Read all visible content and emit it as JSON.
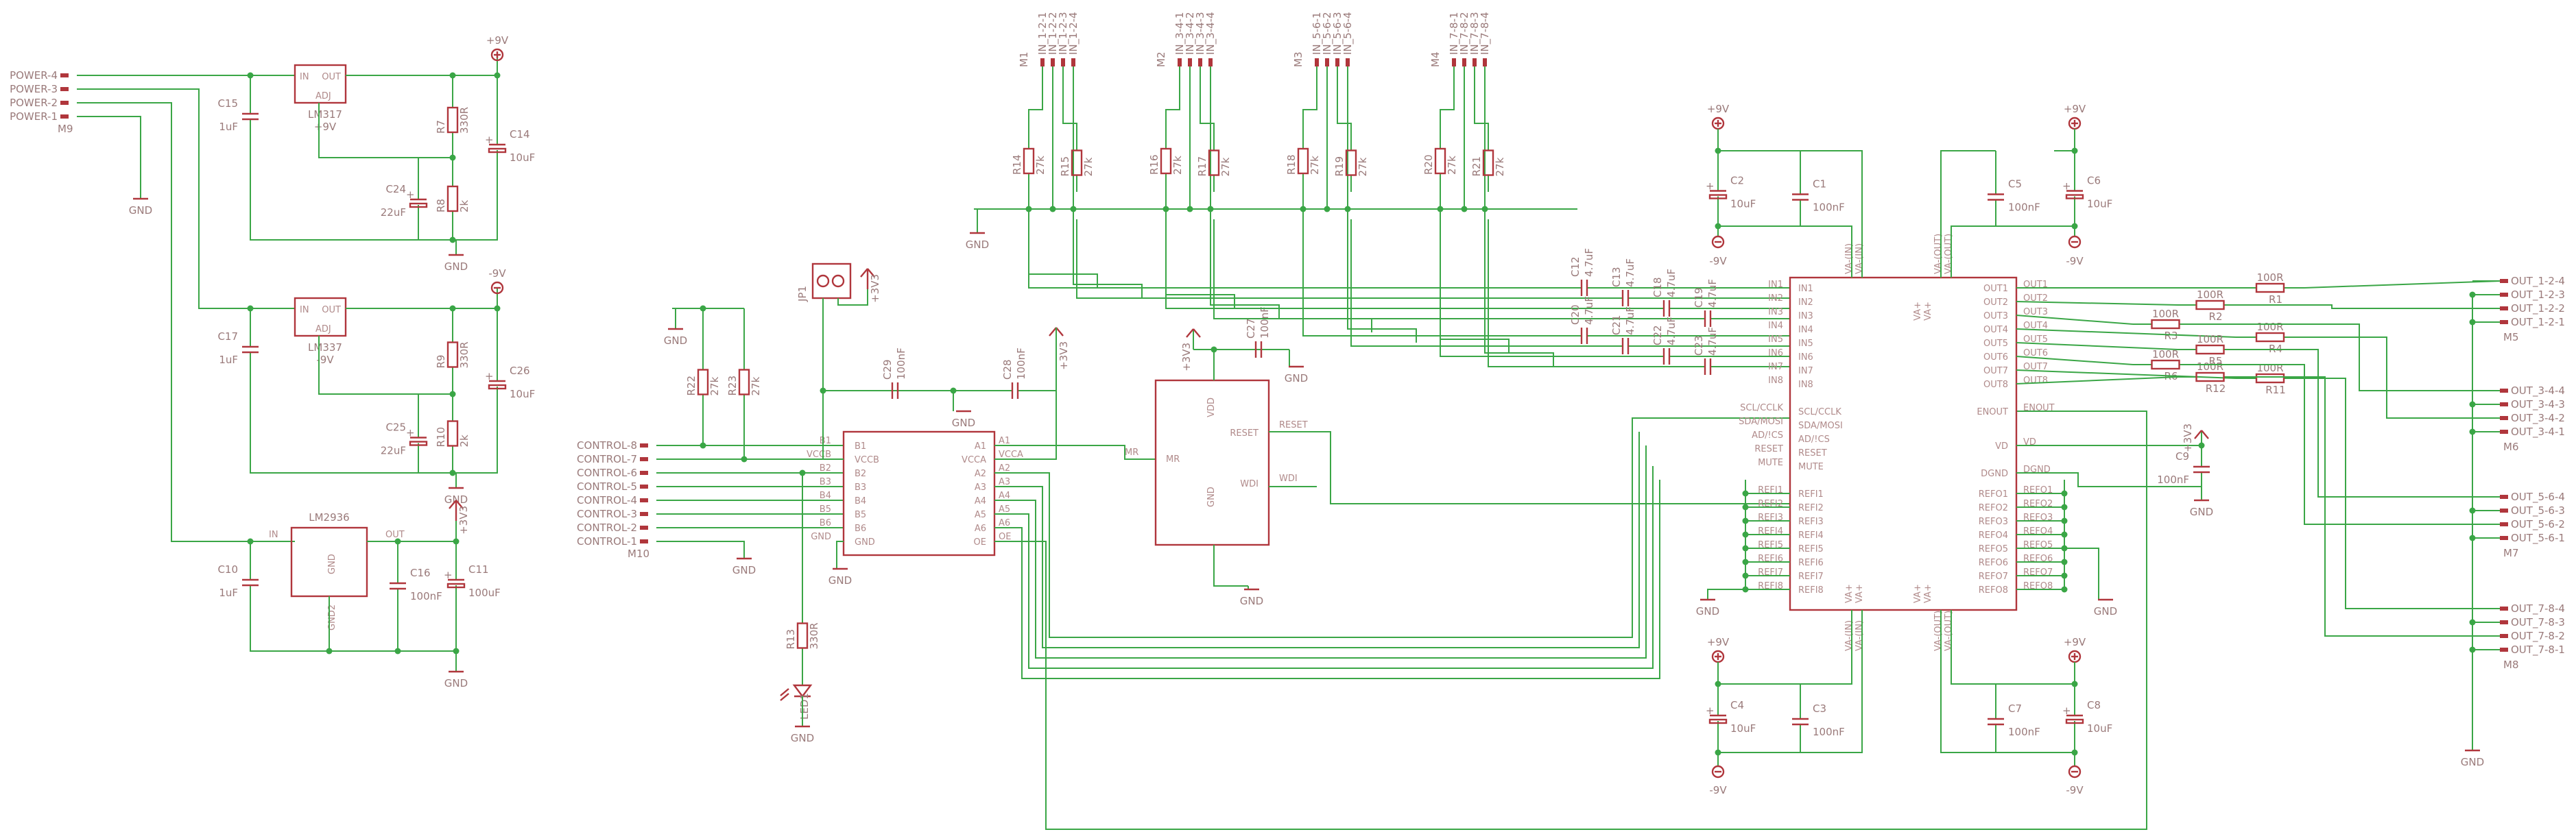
{
  "colors": {
    "wire": "#3aa646",
    "component": "#b0363c",
    "text": "#9a7a7a",
    "background": "#ffffff"
  },
  "power_connector": {
    "name": "M9",
    "pins": [
      "POWER-4",
      "POWER-3",
      "POWER-2",
      "POWER-1"
    ]
  },
  "reg_pos": {
    "name": "LM317",
    "value": "+9V",
    "pins": [
      "IN",
      "OUT",
      "ADJ"
    ],
    "rail": "+9V"
  },
  "reg_neg": {
    "name": "LM337",
    "value": "-9V",
    "pins": [
      "IN",
      "OUT",
      "ADJ"
    ],
    "rail": "-9V"
  },
  "reg_3v3": {
    "name": "LM2936",
    "pins": [
      "IN",
      "OUT",
      "GND"
    ],
    "pin_gnd2": "GND2",
    "rail": "+3V3"
  },
  "gnd": "GND",
  "caps_power": [
    {
      "id": "C15",
      "val": "1uF"
    },
    {
      "id": "C14",
      "val": "10uF"
    },
    {
      "id": "C24",
      "val": "22uF"
    },
    {
      "id": "C17",
      "val": "1uF"
    },
    {
      "id": "C26",
      "val": "10uF"
    },
    {
      "id": "C25",
      "val": "22uF"
    },
    {
      "id": "C10",
      "val": "1uF"
    },
    {
      "id": "C16",
      "val": "100nF"
    },
    {
      "id": "C11",
      "val": "100uF"
    }
  ],
  "res_power": [
    {
      "id": "R7",
      "val": "330R"
    },
    {
      "id": "R8",
      "val": "2k"
    },
    {
      "id": "R9",
      "val": "330R"
    },
    {
      "id": "R10",
      "val": "2k"
    }
  ],
  "control_connector": {
    "name": "M10",
    "pins": [
      "CONTROL-8",
      "CONTROL-7",
      "CONTROL-6",
      "CONTROL-5",
      "CONTROL-4",
      "CONTROL-3",
      "CONTROL-2",
      "CONTROL-1"
    ]
  },
  "jumper": {
    "id": "JP1",
    "rail": "+3V3"
  },
  "res_ctrl": [
    {
      "id": "R22",
      "val": "27k"
    },
    {
      "id": "R23",
      "val": "27k"
    },
    {
      "id": "R13",
      "val": "330R"
    }
  ],
  "led": {
    "id": "LED1"
  },
  "caps_ctrl": [
    {
      "id": "C29",
      "val": "100nF"
    },
    {
      "id": "C28",
      "val": "100nF"
    },
    {
      "id": "C27",
      "val": "100nF"
    },
    {
      "id": "C9",
      "val": "100nF"
    }
  ],
  "level_shifter": {
    "left_pins": [
      "B1",
      "VCCB",
      "B2",
      "B3",
      "B4",
      "B5",
      "B6",
      "GND"
    ],
    "right_pins": [
      "A1",
      "VCCA",
      "A2",
      "A3",
      "A4",
      "A5",
      "A6",
      "OE"
    ],
    "rail": "+3V3"
  },
  "supervisor": {
    "pins": [
      "VDD",
      "RESET",
      "MR",
      "WDI",
      "GND"
    ],
    "rail": "+3V3",
    "net_mr": "MR",
    "net_reset": "RESET",
    "net_wdi": "WDI"
  },
  "input_connectors": [
    {
      "name": "M1",
      "pins": [
        "IN_1-2-1",
        "IN_1-2-2",
        "IN_1-2-3",
        "IN_1-2-4"
      ],
      "r1": "R14",
      "r2": "R15",
      "val": "27k"
    },
    {
      "name": "M2",
      "pins": [
        "IN_3-4-1",
        "IN_3-4-2",
        "IN_3-4-3",
        "IN_3-4-4"
      ],
      "r1": "R16",
      "r2": "R17",
      "val": "27k"
    },
    {
      "name": "M3",
      "pins": [
        "IN_5-6-1",
        "IN_5-6-2",
        "IN_5-6-3",
        "IN_5-6-4"
      ],
      "r1": "R18",
      "r2": "R19",
      "val": "27k"
    },
    {
      "name": "M4",
      "pins": [
        "IN_7-8-1",
        "IN_7-8-2",
        "IN_7-8-3",
        "IN_7-8-4"
      ],
      "r1": "R20",
      "r2": "R21",
      "val": "27k"
    }
  ],
  "coupling_caps": [
    {
      "id": "C12",
      "val": "4.7uF"
    },
    {
      "id": "C13",
      "val": "4.7uF"
    },
    {
      "id": "C18",
      "val": "4.7uF"
    },
    {
      "id": "C19",
      "val": "4.7uF"
    },
    {
      "id": "C20",
      "val": "4.7uF"
    },
    {
      "id": "C21",
      "val": "4.7uF"
    },
    {
      "id": "C22",
      "val": "4.7uF"
    },
    {
      "id": "C23",
      "val": "4.7uF"
    }
  ],
  "main_ic": {
    "left_top": [
      "IN1",
      "IN2",
      "IN3",
      "IN4",
      "IN5",
      "IN6",
      "IN7",
      "IN8"
    ],
    "left_ctrl": [
      "SCL/CCLK",
      "SDA/MOSI",
      "AD/!CS",
      "RESET",
      "MUTE"
    ],
    "left_ref": [
      "REFI1",
      "REFI2",
      "REFI3",
      "REFI4",
      "REFI5",
      "REFI6",
      "REFI7",
      "REFI8"
    ],
    "right_top": [
      "OUT1",
      "OUT2",
      "OUT3",
      "OUT4",
      "OUT5",
      "OUT6",
      "OUT7",
      "OUT8"
    ],
    "right_ctrl": [
      "ENOUT",
      "VD",
      "DGND"
    ],
    "right_ref": [
      "REFO1",
      "REFO2",
      "REFO3",
      "REFO4",
      "REFO5",
      "REFO6",
      "REFO7",
      "REFO8"
    ],
    "top_pins": [
      "VA-(IN)",
      "VA-(IN)",
      "VA+",
      "VA+",
      "VA+",
      "VA+",
      "VA-(OUT)",
      "VA-(OUT)"
    ],
    "bottom_pins": [
      "VA+",
      "VA+",
      "VA-(IN)",
      "VA-(IN)",
      "VA-(OUT)",
      "VA-(OUT)",
      "VA+",
      "VA+"
    ]
  },
  "supply_caps": [
    {
      "id": "C2",
      "val": "10uF",
      "rail": "+9V",
      "rail2": "-9V"
    },
    {
      "id": "C1",
      "val": "100nF"
    },
    {
      "id": "C5",
      "val": "100nF"
    },
    {
      "id": "C6",
      "val": "10uF",
      "rail": "+9V",
      "rail2": "-9V"
    },
    {
      "id": "C4",
      "val": "10uF",
      "rail": "+9V",
      "rail2": "-9V"
    },
    {
      "id": "C3",
      "val": "100nF"
    },
    {
      "id": "C7",
      "val": "100nF"
    },
    {
      "id": "C8",
      "val": "10uF",
      "rail": "+9V",
      "rail2": "-9V"
    }
  ],
  "out_resistors": [
    {
      "id": "R1",
      "val": "100R"
    },
    {
      "id": "R2",
      "val": "100R"
    },
    {
      "id": "R3",
      "val": "100R"
    },
    {
      "id": "R4",
      "val": "100R"
    },
    {
      "id": "R5",
      "val": "100R"
    },
    {
      "id": "R6",
      "val": "100R"
    },
    {
      "id": "R11",
      "val": "100R"
    },
    {
      "id": "R12",
      "val": "100R"
    }
  ],
  "output_connectors": [
    {
      "name": "M5",
      "pins": [
        "OUT_1-2-4",
        "OUT_1-2-3",
        "OUT_1-2-2",
        "OUT_1-2-1"
      ]
    },
    {
      "name": "M6",
      "pins": [
        "OUT_3-4-4",
        "OUT_3-4-3",
        "OUT_3-4-2",
        "OUT_3-4-1"
      ]
    },
    {
      "name": "M7",
      "pins": [
        "OUT_5-6-4",
        "OUT_5-6-3",
        "OUT_5-6-2",
        "OUT_5-6-1"
      ]
    },
    {
      "name": "M8",
      "pins": [
        "OUT_7-8-4",
        "OUT_7-8-3",
        "OUT_7-8-2",
        "OUT_7-8-1"
      ]
    }
  ]
}
